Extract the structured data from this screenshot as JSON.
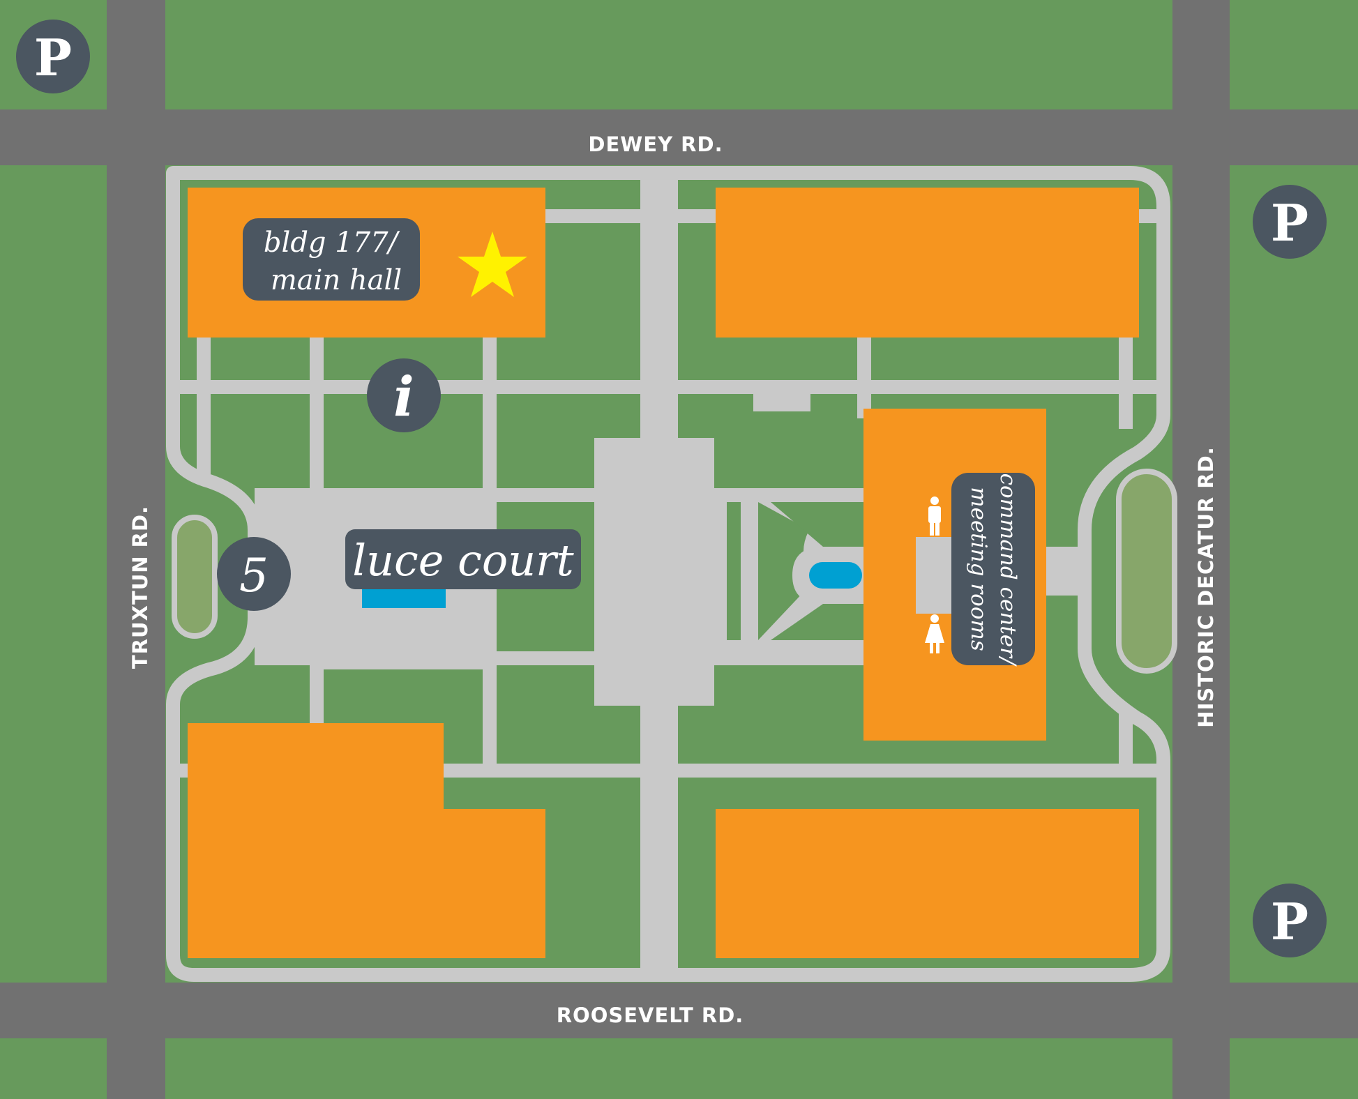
{
  "map": {
    "roads": {
      "north": "DEWEY RD.",
      "south": "ROOSEVELT RD.",
      "west": "TRUXTUN RD.",
      "east": "HISTORIC DECATUR RD."
    },
    "labels": {
      "main_hall_line1": "bldg 177/",
      "main_hall_line2": "main hall",
      "luce_court": "luce court",
      "command_line1": "command center/",
      "command_line2": "meeting rooms"
    },
    "markers": {
      "parking": "P",
      "info": "i",
      "gate": "5"
    },
    "icons": [
      "star-icon",
      "mens-restroom-icon",
      "womens-restroom-icon",
      "parking-icon",
      "info-icon"
    ],
    "colors": {
      "grass": "#679a5c",
      "road": "#717171",
      "path": "#c9c9c9",
      "building": "#f6951f",
      "label_bg": "#4b5661",
      "highlight": "#fff200",
      "water": "#00a0d2",
      "median": "#87a66a"
    }
  }
}
